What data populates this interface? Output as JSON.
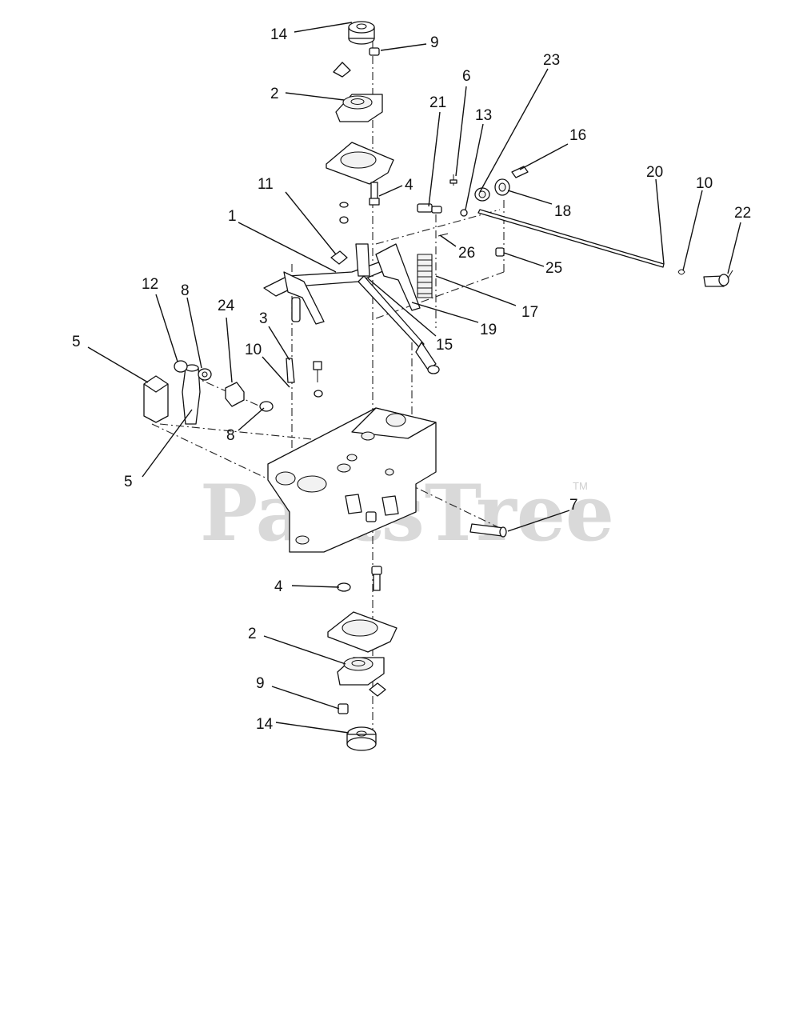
{
  "watermark": {
    "text": "PartsTree",
    "tm": "TM"
  },
  "callouts": [
    "14",
    "9",
    "2",
    "4",
    "11",
    "1",
    "21",
    "6",
    "13",
    "23",
    "16",
    "18",
    "20",
    "10",
    "22",
    "26",
    "25",
    "17",
    "19",
    "15",
    "12",
    "8",
    "24",
    "5",
    "3",
    "10",
    "8",
    "5",
    "7",
    "4",
    "2",
    "9",
    "14"
  ]
}
